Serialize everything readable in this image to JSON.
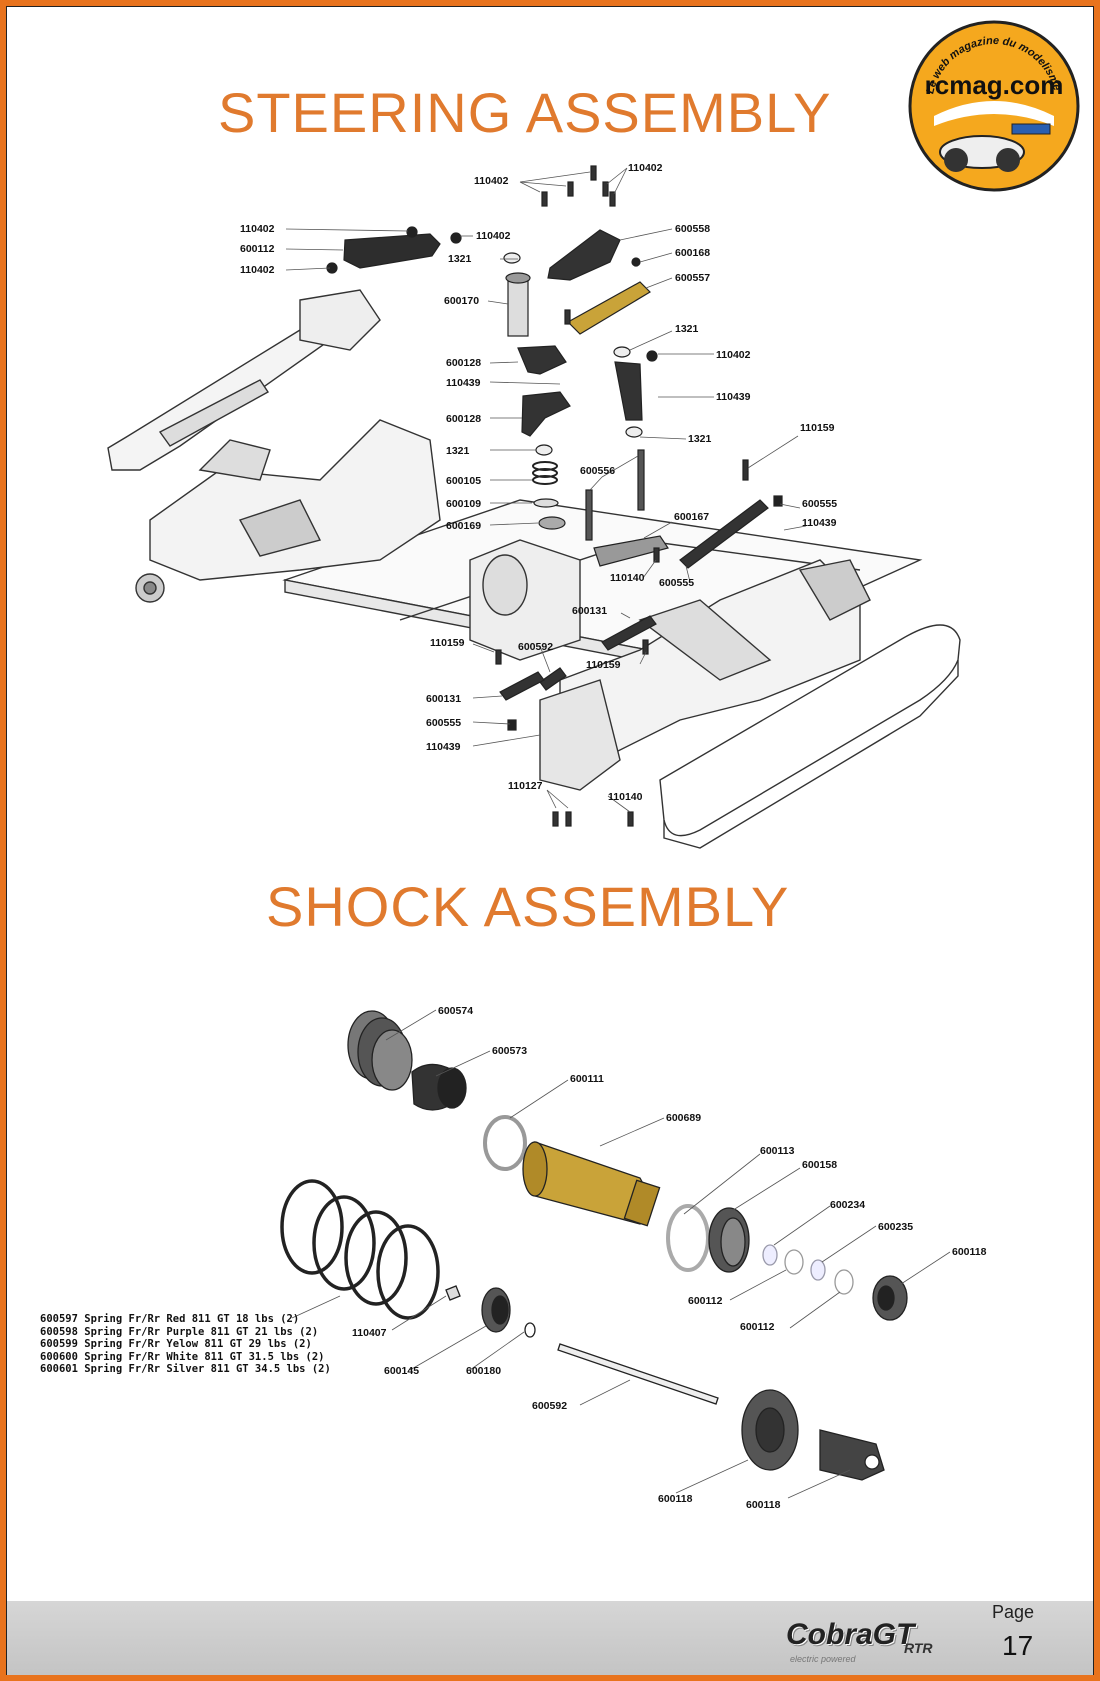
{
  "steering": {
    "title": "STEERING ASSEMBLY",
    "labels": [
      {
        "id": "s1",
        "text": "110402"
      },
      {
        "id": "s2",
        "text": "110402"
      },
      {
        "id": "s3",
        "text": "110402"
      },
      {
        "id": "s4",
        "text": "110402"
      },
      {
        "id": "s5",
        "text": "600112"
      },
      {
        "id": "s6",
        "text": "110402"
      },
      {
        "id": "s7",
        "text": "600558"
      },
      {
        "id": "s8",
        "text": "1321"
      },
      {
        "id": "s9",
        "text": "600168"
      },
      {
        "id": "s10",
        "text": "600557"
      },
      {
        "id": "s11",
        "text": "600170"
      },
      {
        "id": "s12",
        "text": "1321"
      },
      {
        "id": "s13",
        "text": "600128"
      },
      {
        "id": "s14",
        "text": "110402"
      },
      {
        "id": "s15",
        "text": "110439"
      },
      {
        "id": "s16",
        "text": "110439"
      },
      {
        "id": "s17",
        "text": "600128"
      },
      {
        "id": "s18",
        "text": "1321"
      },
      {
        "id": "s19",
        "text": "110159"
      },
      {
        "id": "s20",
        "text": "1321"
      },
      {
        "id": "s21",
        "text": "600556"
      },
      {
        "id": "s22",
        "text": "600105"
      },
      {
        "id": "s23",
        "text": "600555"
      },
      {
        "id": "s24",
        "text": "600109"
      },
      {
        "id": "s25",
        "text": "600167"
      },
      {
        "id": "s26",
        "text": "110439"
      },
      {
        "id": "s27",
        "text": "600169"
      },
      {
        "id": "s28",
        "text": "110140"
      },
      {
        "id": "s29",
        "text": "600555"
      },
      {
        "id": "s30",
        "text": "600131"
      },
      {
        "id": "s31",
        "text": "110159"
      },
      {
        "id": "s32",
        "text": "600592"
      },
      {
        "id": "s33",
        "text": "110159"
      },
      {
        "id": "s34",
        "text": "600131"
      },
      {
        "id": "s35",
        "text": "600555"
      },
      {
        "id": "s36",
        "text": "110439"
      },
      {
        "id": "s37",
        "text": "110127"
      },
      {
        "id": "s38",
        "text": "110140"
      }
    ]
  },
  "shock": {
    "title": "SHOCK ASSEMBLY",
    "labels": [
      {
        "id": "k1",
        "text": "600574"
      },
      {
        "id": "k2",
        "text": "600573"
      },
      {
        "id": "k3",
        "text": "600111"
      },
      {
        "id": "k4",
        "text": "600689"
      },
      {
        "id": "k5",
        "text": "600113"
      },
      {
        "id": "k6",
        "text": "600158"
      },
      {
        "id": "k7",
        "text": "600234"
      },
      {
        "id": "k8",
        "text": "600235"
      },
      {
        "id": "k9",
        "text": "600118"
      },
      {
        "id": "k10",
        "text": "600112"
      },
      {
        "id": "k11",
        "text": "600112"
      },
      {
        "id": "k12",
        "text": "110407"
      },
      {
        "id": "k13",
        "text": "600145"
      },
      {
        "id": "k14",
        "text": "600180"
      },
      {
        "id": "k15",
        "text": "600592"
      },
      {
        "id": "k16",
        "text": "600118"
      },
      {
        "id": "k17",
        "text": "600118"
      }
    ],
    "springs": [
      "600597 Spring Fr/Rr Red 811 GT 18 lbs (2)",
      "600598 Spring Fr/Rr Purple 811 GT 21 lbs (2)",
      "600599 Spring Fr/Rr Yelow 811 GT 29 lbs (2)",
      "600600 Spring Fr/Rr White 811 GT 31.5 lbs (2)",
      "600601 Spring Fr/Rr Silver 811 GT 34.5 lbs (2)"
    ]
  },
  "footer": {
    "page_word": "Page",
    "page_number": "17",
    "brand": "CobraGT",
    "brand_tag": "electric powered",
    "brand_suffix": "RTR"
  },
  "logo": {
    "name": "rcmag.com",
    "tagline": "Le web magazine du modelisme"
  },
  "colors": {
    "title": "#e07a2e",
    "frame": "#e8731d",
    "gold_part": "#c9a339"
  }
}
